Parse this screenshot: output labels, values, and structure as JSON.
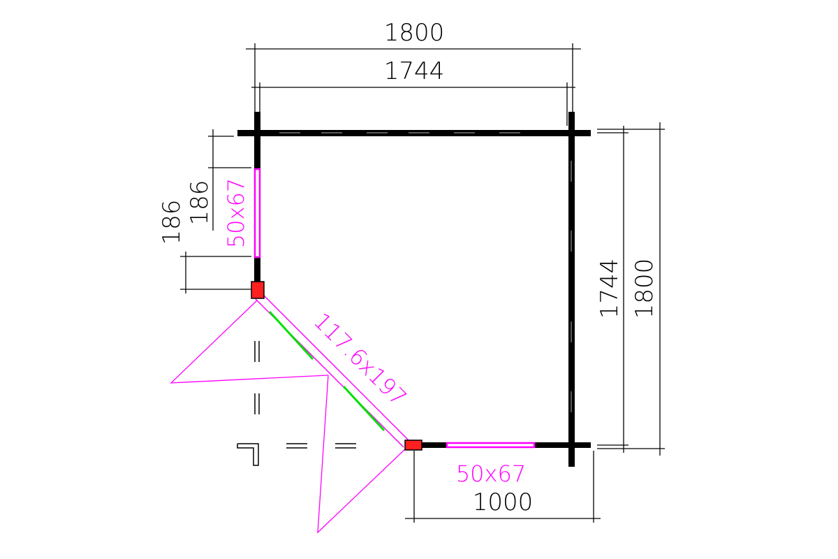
{
  "dimensions": {
    "top_outer": "1800",
    "top_inner": "1744",
    "right_inner": "1744",
    "right_outer": "1800",
    "left_outer": "186",
    "left_inner": "186",
    "bottom": "1000"
  },
  "labels": {
    "left_window": "50x67",
    "door": "117.6x197",
    "bottom_window": "50x67"
  },
  "colors": {
    "wall": "#000000",
    "window": "#ff00ff",
    "door_leaf": "#00e000",
    "hinge": "#ff2020"
  }
}
